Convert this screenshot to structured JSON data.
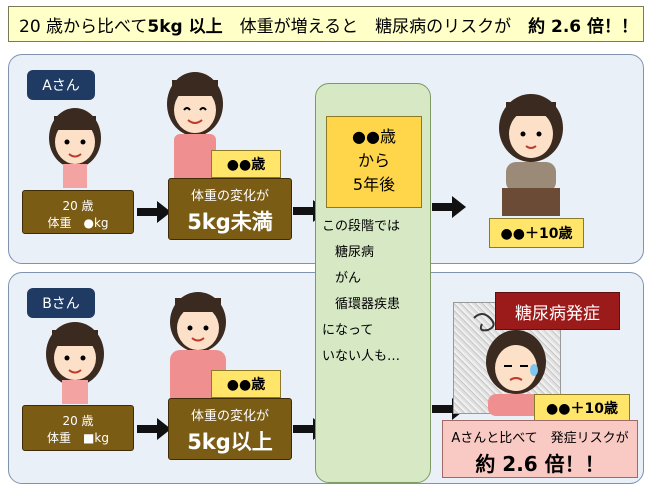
{
  "banner": {
    "prefix": "20 歳から比べて",
    "emph1": "5kg 以上",
    "mid": "　体重が増えると　糖尿病のリスクが　",
    "emph2": "約 2.6 倍！！"
  },
  "panelA": {
    "label": "Aさん",
    "start_line1": "20 歳",
    "start_line2": "体重　●kg",
    "age_tag": "●●歳",
    "change_title": "体重の変化が",
    "change_value": "5kg未満",
    "end_tag": "●●＋10歳"
  },
  "panelB": {
    "label": "Bさん",
    "start_line1": "20 歳",
    "start_line2": "体重　■kg",
    "age_tag": "●●歳",
    "change_title": "体重の変化が",
    "change_value": "5kg以上",
    "end_tag": "●●＋10歳",
    "onset": "糖尿病発症",
    "risk_line1": "Aさんと比べて　発症リスクが",
    "risk_line2": "約 2.6 倍！！"
  },
  "center": {
    "head_line1": "●●歳",
    "head_line2": "から",
    "head_line3": "5年後",
    "list": [
      "この段階では",
      "　糖尿病",
      "　がん",
      "　循環器疾患",
      "になって",
      "いない人も…"
    ]
  },
  "colors": {
    "banner_bg": "#ffffc8",
    "panel_bg": "#eaf0f8",
    "label_bg": "#1f3a63",
    "brown": "#7a5c14",
    "yellow": "#ffe66b",
    "center_bg": "#d6e8c4",
    "onset_red": "#9b1b1b",
    "risk_pink": "#f9c9c4"
  }
}
